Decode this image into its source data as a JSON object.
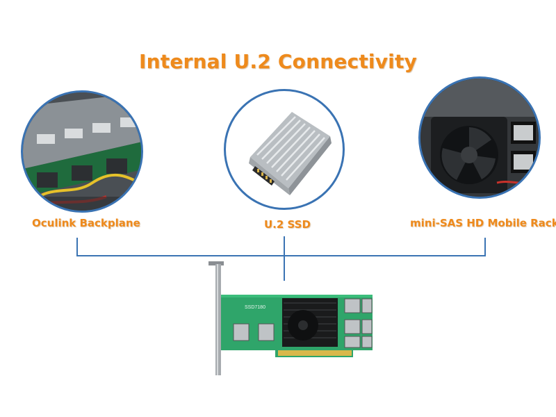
{
  "title": "Internal U.2 Connectivity",
  "items": [
    {
      "label": "Oculink Backplane",
      "image": "oculink-backplane-photo"
    },
    {
      "label": "U.2 SSD",
      "image": "u2-ssd-photo"
    },
    {
      "label": "mini-SAS HD Mobile Rack",
      "image": "mini-sas-hd-mobile-rack-photo"
    }
  ],
  "card": {
    "label_silk": "SSD7180",
    "image": "host-adapter-card-photo"
  },
  "colors": {
    "accent": "#ee8a1c",
    "line": "#3a73b3",
    "pcb": "#2fa56a"
  }
}
